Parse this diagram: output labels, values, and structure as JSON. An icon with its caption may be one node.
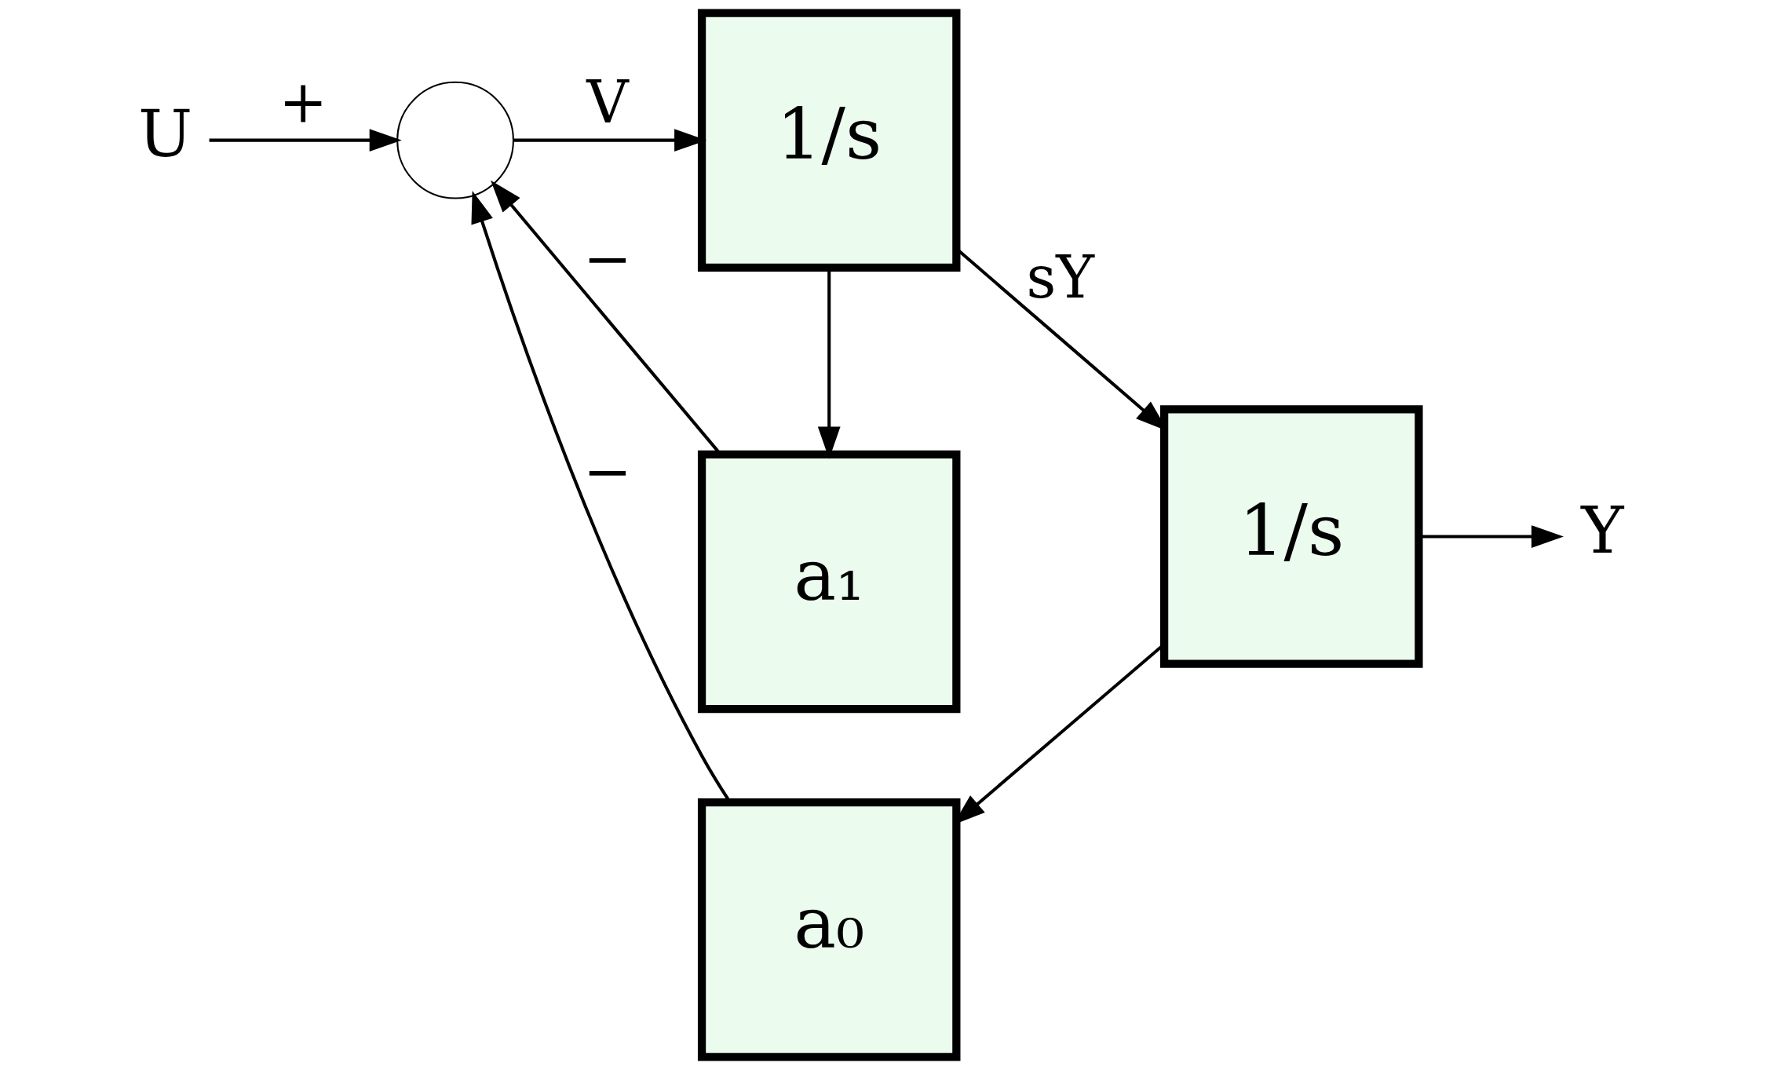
{
  "diagram": {
    "nodes": [
      {
        "text": [
          "U"
        ]
      },
      {
        "text": [],
        "shape": "circle"
      },
      {
        "text": [
          "1/s"
        ]
      },
      {
        "text": [
          "1/s"
        ]
      },
      {
        "text": [
          "Y"
        ]
      },
      {
        "text": [
          "a₁"
        ]
      },
      {
        "text": [
          "a₀"
        ]
      }
    ],
    "edges": [
      {
        "from": 0,
        "to": 1,
        "arrow": "to",
        "label": "+"
      },
      {
        "from": 1,
        "to": 2,
        "arrow": "to",
        "label": "V"
      },
      {
        "from": 2,
        "to": 3,
        "arrow": "to",
        "label": "sY"
      },
      {
        "from": 3,
        "to": 4,
        "arrow": "to"
      },
      {
        "from": 2,
        "to": 5,
        "arrow": "to"
      },
      {
        "from": 5,
        "to": 1,
        "arrow": "to",
        "label": "−"
      },
      {
        "from": 3,
        "to": 6,
        "arrow": "to"
      },
      {
        "from": 6,
        "to": 1,
        "arrow": "to",
        "label": "−"
      }
    ]
  }
}
